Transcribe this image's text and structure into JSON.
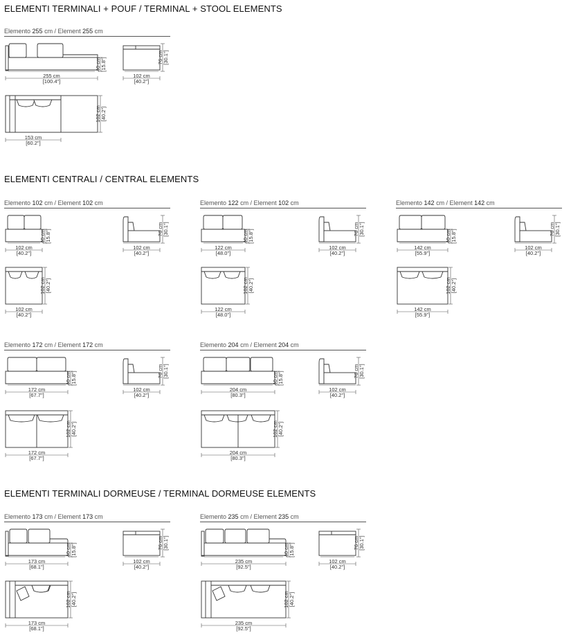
{
  "sections": [
    {
      "title": "ELEMENTI TERMINALI + POUF / TERMINAL + STOOL ELEMENTS"
    },
    {
      "title": "ELEMENTI CENTRALI / CENTRAL ELEMENTS"
    },
    {
      "title": "ELEMENTI TERMINALI DORMEUSE / TERMINAL DORMEUSE ELEMENTS"
    }
  ],
  "elements": [
    {
      "id": "e255",
      "caption_it": "Elemento",
      "caption_en": "Element",
      "it_size": "255",
      "en_size": "255",
      "unit": "cm",
      "front_w_cm": "255 cm",
      "front_w_in": "[100.4\"]",
      "seat_h_cm": "40 cm",
      "seat_h_in": "[15.8\"]",
      "side_d_cm": "102 cm",
      "side_d_in": "[40.2\"]",
      "side_h_cm": "76 cm",
      "side_h_in": "[30.1\"]",
      "plan_w_cm": "153 cm",
      "plan_w_in": "[60.2\"]",
      "plan_d_cm": "102 cm",
      "plan_d_in": "[40.2\"]"
    },
    {
      "id": "c102",
      "caption_it": "Elemento",
      "caption_en": "Element",
      "it_size": "102",
      "en_size": "102",
      "unit": "cm",
      "front_w_cm": "102 cm",
      "front_w_in": "[40.2\"]",
      "seat_h_cm": "40 cm",
      "seat_h_in": "[15.8\"]",
      "side_d_cm": "102 cm",
      "side_d_in": "[40.2\"]",
      "side_h_cm": "76 cm",
      "side_h_in": "[30.1\"]",
      "plan_w_cm": "102 cm",
      "plan_w_in": "[40.2\"]",
      "plan_d_cm": "102 cm",
      "plan_d_in": "[40.2\"]"
    },
    {
      "id": "c122",
      "caption_it": "Elemento",
      "caption_en": "Element",
      "it_size": "122",
      "en_size": "102",
      "unit": "cm",
      "front_w_cm": "122 cm",
      "front_w_in": "[48.0\"]",
      "seat_h_cm": "40 cm",
      "seat_h_in": "[15.8\"]",
      "side_d_cm": "102 cm",
      "side_d_in": "[40.2\"]",
      "side_h_cm": "76 cm",
      "side_h_in": "[30.1\"]",
      "plan_w_cm": "122 cm",
      "plan_w_in": "[48.0\"]",
      "plan_d_cm": "102 cm",
      "plan_d_in": "[40.2\"]"
    },
    {
      "id": "c142",
      "caption_it": "Elemento",
      "caption_en": "Element",
      "it_size": "142",
      "en_size": "142",
      "unit": "cm",
      "front_w_cm": "142 cm",
      "front_w_in": "[55.9\"]",
      "seat_h_cm": "40 cm",
      "seat_h_in": "[15.8\"]",
      "side_d_cm": "102 cm",
      "side_d_in": "[40.2\"]",
      "side_h_cm": "76 cm",
      "side_h_in": "[30.1\"]",
      "plan_w_cm": "142 cm",
      "plan_w_in": "[55.9\"]",
      "plan_d_cm": "102 cm",
      "plan_d_in": "[40.2\"]"
    },
    {
      "id": "c172",
      "caption_it": "Elemento",
      "caption_en": "Element",
      "it_size": "172",
      "en_size": "172",
      "unit": "cm",
      "front_w_cm": "172 cm",
      "front_w_in": "[67.7\"]",
      "seat_h_cm": "40 cm",
      "seat_h_in": "[15.8\"]",
      "side_d_cm": "102 cm",
      "side_d_in": "[40.2\"]",
      "side_h_cm": "76 cm",
      "side_h_in": "[30.1\"]",
      "plan_w_cm": "172 cm",
      "plan_w_in": "[67.7\"]",
      "plan_d_cm": "102 cm",
      "plan_d_in": "[40.2\"]"
    },
    {
      "id": "c204",
      "caption_it": "Elemento",
      "caption_en": "Element",
      "it_size": "204",
      "en_size": "204",
      "unit": "cm",
      "front_w_cm": "204 cm",
      "front_w_in": "[80.3\"]",
      "seat_h_cm": "40 cm",
      "seat_h_in": "[15.8\"]",
      "side_d_cm": "102 cm",
      "side_d_in": "[40.2\"]",
      "side_h_cm": "76 cm",
      "side_h_in": "[30.1\"]",
      "plan_w_cm": "204 cm",
      "plan_w_in": "[80.3\"]",
      "plan_d_cm": "102 cm",
      "plan_d_in": "[40.2\"]"
    },
    {
      "id": "d173",
      "caption_it": "Elemento",
      "caption_en": "Element",
      "it_size": "173",
      "en_size": "173",
      "unit": "cm",
      "front_w_cm": "173 cm",
      "front_w_in": "[68.1\"]",
      "seat_h_cm": "40 cm",
      "seat_h_in": "[15.8\"]",
      "side_d_cm": "102 cm",
      "side_d_in": "[40.2\"]",
      "side_h_cm": "76 cm",
      "side_h_in": "[30.1\"]",
      "plan_w_cm": "173 cm",
      "plan_w_in": "[68.1\"]",
      "plan_d_cm": "102 cm",
      "plan_d_in": "[40.2\"]"
    },
    {
      "id": "d235",
      "caption_it": "Elemento",
      "caption_en": "Element",
      "it_size": "235",
      "en_size": "235",
      "unit": "cm",
      "front_w_cm": "235 cm",
      "front_w_in": "[92.5\"]",
      "seat_h_cm": "40 cm",
      "seat_h_in": "[15.8\"]",
      "side_d_cm": "102 cm",
      "side_d_in": "[40.2\"]",
      "side_h_cm": "76 cm",
      "side_h_in": "[30.1\"]",
      "plan_w_cm": "235 cm",
      "plan_w_in": "[92.5\"]",
      "plan_d_cm": "102 cm",
      "plan_d_in": "[40.2\"]"
    }
  ]
}
